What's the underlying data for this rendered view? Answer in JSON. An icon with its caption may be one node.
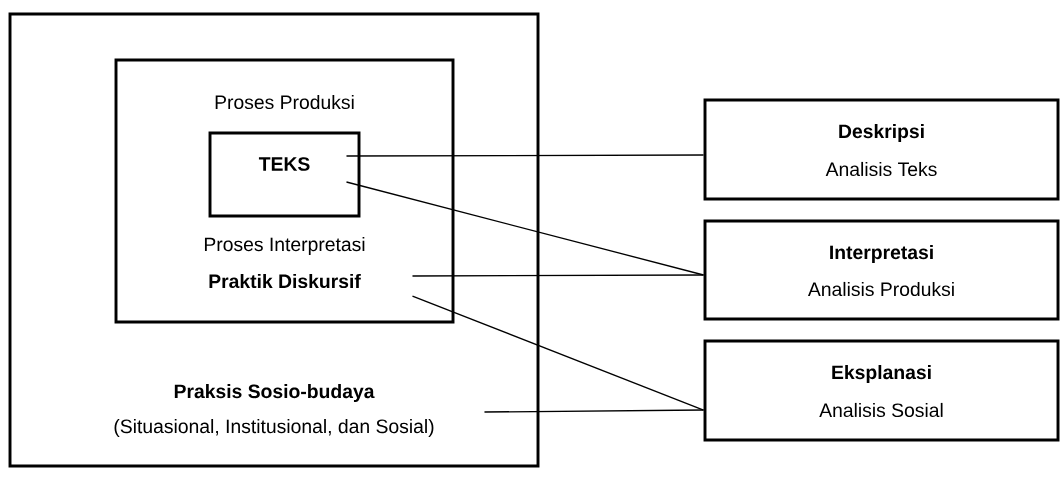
{
  "diagram": {
    "nodes": [
      {
        "text": [
          "Praksis Sosio-budaya",
          "(Situasional, Institusional, dan Sosial)"
        ]
      },
      {
        "text": [
          "Proses Produksi",
          "Proses Interpretasi",
          "Praktik Diskursif"
        ],
        "in": 0
      },
      {
        "text": [
          "TEKS"
        ],
        "in": 1
      },
      {
        "text": [
          "Deskripsi",
          "Analisis Teks"
        ]
      },
      {
        "text": [
          "Interpretasi",
          "Analisis Produksi"
        ]
      },
      {
        "text": [
          "Eksplanasi",
          "Analisis Sosial"
        ]
      }
    ],
    "edges": [
      {
        "from": 2,
        "to": 3,
        "arrow": "none"
      },
      {
        "from": 2,
        "to": 4,
        "arrow": "none"
      },
      {
        "from": 1,
        "to": 4,
        "arrow": "none"
      },
      {
        "from": 1,
        "to": 5,
        "arrow": "none"
      },
      {
        "from": 0,
        "to": 5,
        "arrow": "none"
      }
    ]
  }
}
